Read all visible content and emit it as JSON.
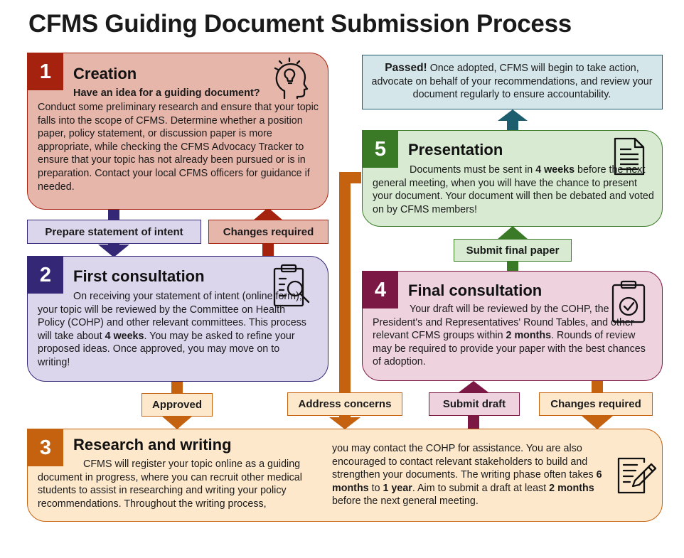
{
  "title": "CFMS Guiding Document Submission Process",
  "steps": {
    "creation": {
      "number": "1",
      "title": "Creation",
      "subtitle": "Have an idea for a guiding document?",
      "body": "Conduct some preliminary research and ensure that your topic falls into the scope of CFMS. Determine whether a position paper, policy statement, or discussion paper is more appropriate, while checking the CFMS Advocacy Tracker to ensure that your topic has not already been pursued or is in preparation. Contact your local CFMS officers for guidance if needed.",
      "icon": "idea-head-icon"
    },
    "first_consultation": {
      "number": "2",
      "title": "First consultation",
      "body_1": "On receiving your statement of intent (online form), your topic will be reviewed by the Committee on Health Policy (COHP) and other relevant committees. This process will take about ",
      "body_bold": "4 weeks",
      "body_2": ". You may be asked to refine your proposed ideas. Once approved, you may move on to writing!",
      "icon": "clipboard-search-icon"
    },
    "research": {
      "number": "3",
      "title": "Research and writing",
      "left_text": "CFMS will register your topic online as a guiding document in progress, where you can recruit other medical students to assist in researching and writing your policy recommendations. Throughout the writing process,",
      "right_1": "you may contact the COHP for assistance. You are also encouraged to contact relevant stakeholders to build and strengthen your documents. The writing phase often takes ",
      "right_b1": "6 months",
      "right_2": " to ",
      "right_b2": "1 year",
      "right_3": ". Aim to submit a draft at least ",
      "right_b3": "2 months",
      "right_4": " before the next general meeting.",
      "icon": "edit-document-icon"
    },
    "final_consultation": {
      "number": "4",
      "title": "Final consultation",
      "body_1": "Your draft will be reviewed by the COHP, the President's and Representatives' Round Tables, and other relevant CFMS groups within ",
      "body_bold": "2 months",
      "body_2": ". Rounds of review may be required to provide your paper with the best chances of adoption.",
      "icon": "clipboard-check-icon"
    },
    "presentation": {
      "number": "5",
      "title": "Presentation",
      "body_1": "Documents must be sent in ",
      "body_bold": "4 weeks",
      "body_2": " before the next general meeting, when you will have the chance to present your document. Your document will then be debated and voted on by CFMS members!",
      "icon": "document-icon"
    },
    "passed": {
      "bold": "Passed!",
      "body": " Once adopted, CFMS will begin to take action, advocate on behalf of your recommendations, and review your document regularly  to ensure accountability."
    }
  },
  "labels": {
    "prepare_intent": "Prepare statement of intent",
    "changes_required_1": "Changes required",
    "approved": "Approved",
    "address_concerns": "Address concerns",
    "submit_draft": "Submit draft",
    "changes_required_2": "Changes required",
    "submit_final": "Submit final paper"
  },
  "colors": {
    "creation_fill": "#e6b6ab",
    "creation_accent": "#a5220f",
    "consult_fill": "#dcd6ec",
    "consult_accent": "#342876",
    "research_fill": "#fde8cc",
    "research_accent": "#c4620f",
    "final_fill": "#eed3df",
    "final_accent": "#7b1844",
    "present_fill": "#d8ebd2",
    "present_accent": "#3a7a26",
    "passed_fill": "#d4e6ea",
    "passed_accent": "#1d5e6e"
  }
}
